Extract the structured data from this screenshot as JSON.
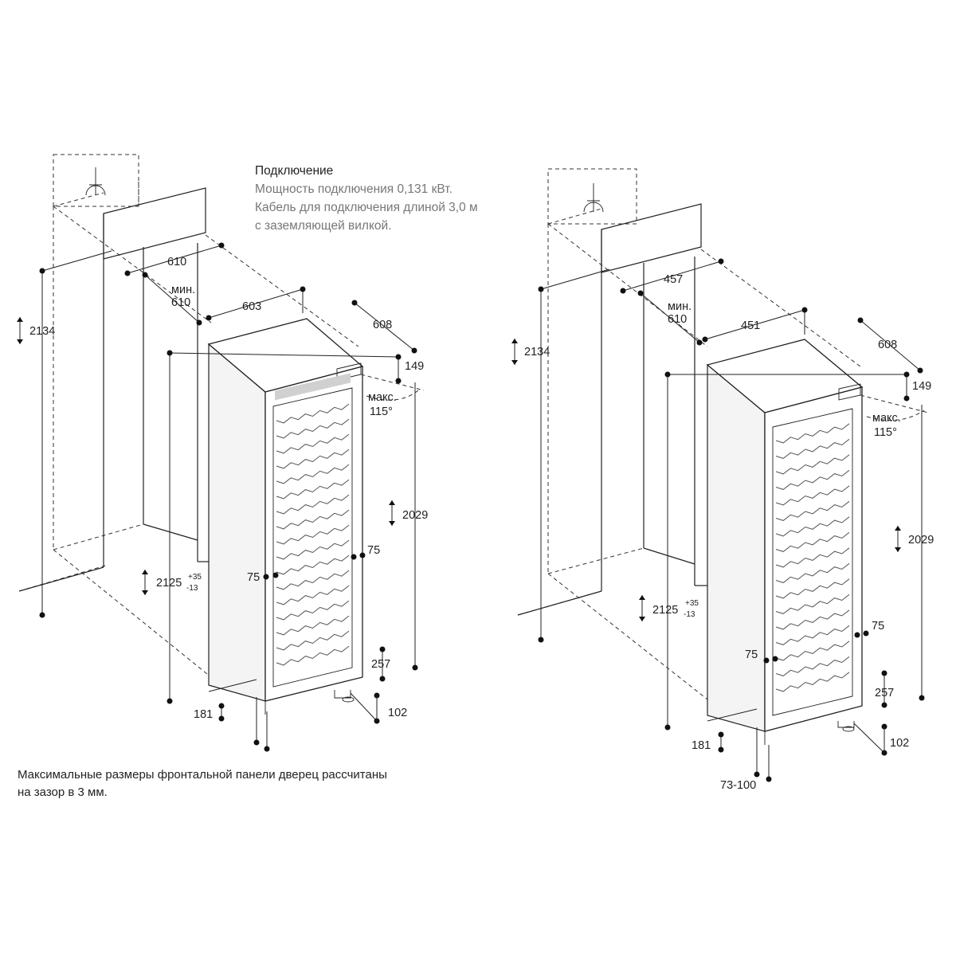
{
  "connection": {
    "heading": "Подключение",
    "power": "Мощность подключения 0,131 кВт.",
    "cable_line1": "Кабель для подключения длиной 3,0 м",
    "cable_line2": "с заземляющей вилкой."
  },
  "footnote": {
    "line1": "Максимальные размеры фронтальной панели дверец рассчитаны",
    "line2": "на зазор в 3 мм."
  },
  "left_unit": {
    "niche_height": "2134",
    "niche_depth": "610",
    "min_label": "мин.",
    "min_depth": "610",
    "width": "603",
    "depth": "608",
    "top_offset": "149",
    "angle_label": "макс.",
    "angle": "115°",
    "height_total": "2029",
    "height_adjust": "2125",
    "tol_plus": "+35",
    "tol_minus": "-13",
    "hinge_right": "75",
    "hinge_left": "75",
    "bottom_257": "257",
    "bottom_181": "181",
    "bottom_102": "102"
  },
  "right_unit": {
    "niche_height": "2134",
    "niche_depth": "457",
    "min_label": "мин.",
    "min_depth": "610",
    "width": "451",
    "depth": "608",
    "top_offset": "149",
    "angle_label": "макс.",
    "angle": "115°",
    "height_total": "2029",
    "height_adjust": "2125",
    "tol_plus": "+35",
    "tol_minus": "-13",
    "hinge_right": "75",
    "hinge_left": "75",
    "bottom_257": "257",
    "bottom_181": "181",
    "bottom_102": "102",
    "plinth": "73-100"
  }
}
